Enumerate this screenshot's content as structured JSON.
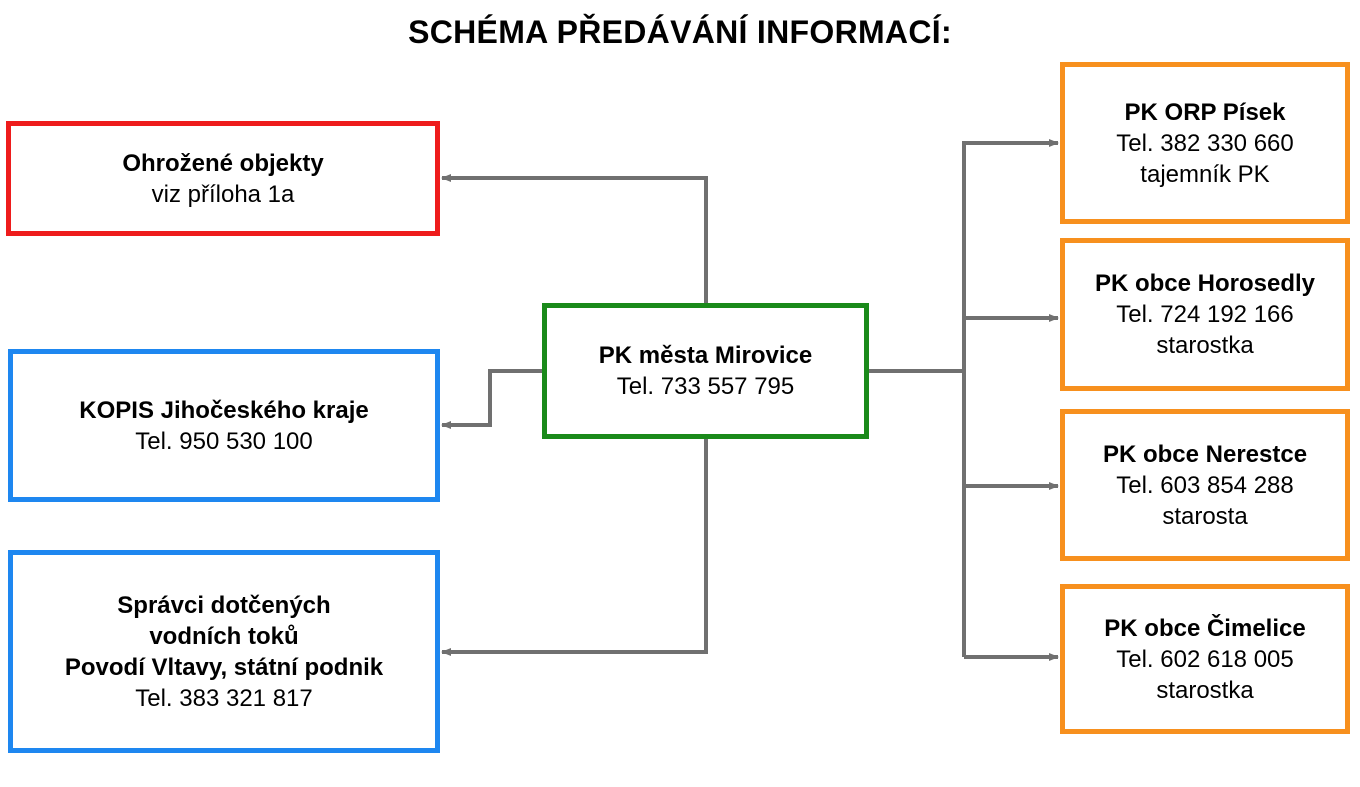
{
  "title": "SCHÉMA PŘEDÁVÁNÍ INFORMACÍ:",
  "colors": {
    "red": "#ee1c1c",
    "blue": "#1e87f0",
    "green": "#1a8a1a",
    "orange": "#f7901e",
    "arrow": "#707070"
  },
  "nodes": {
    "center": {
      "lines": [
        "PK města Mirovice",
        "Tel. 733 557 795"
      ]
    },
    "ohrozene": {
      "lines": [
        "Ohrožené objekty",
        "viz příloha 1a"
      ]
    },
    "kopis": {
      "lines": [
        "KOPIS Jihočeského kraje",
        "Tel. 950 530 100"
      ]
    },
    "spravci": {
      "lines": [
        "Správci dotčených",
        "vodních toků",
        "Povodí Vltavy, státní podnik",
        "Tel. 383 321 817"
      ]
    },
    "orp": {
      "lines": [
        "PK ORP Písek",
        "Tel. 382 330 660",
        "tajemník PK"
      ]
    },
    "horosedly": {
      "lines": [
        "PK obce Horosedly",
        "Tel. 724 192 166",
        "starostka"
      ]
    },
    "nerestce": {
      "lines": [
        "PK obce Nerestce",
        "Tel. 603 854 288",
        "starosta"
      ]
    },
    "cimelice": {
      "lines": [
        "PK obce Čimelice",
        "Tel. 602 618 005",
        "starostka"
      ]
    }
  }
}
